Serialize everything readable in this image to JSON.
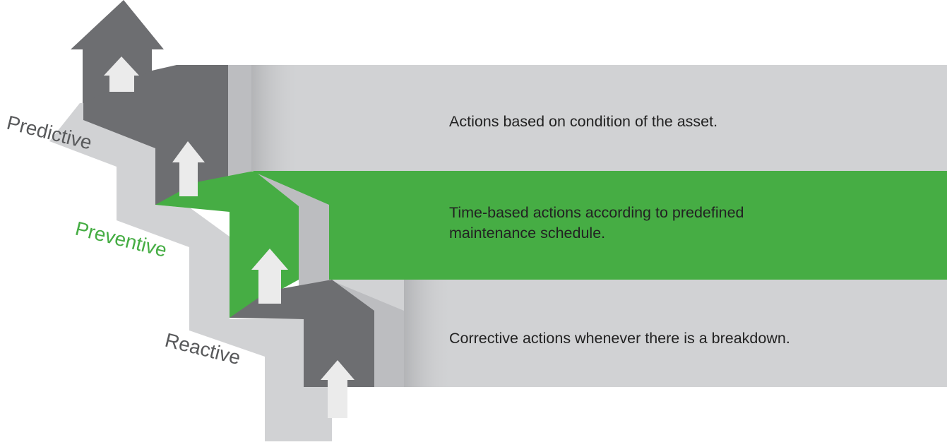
{
  "colors": {
    "band_gray": "#d1d2d4",
    "band_green": "#46ad44",
    "dark_gray": "#6d6e71",
    "arrow_light": "#ebebeb",
    "label_gray": "#58595b",
    "label_green": "#46ad44",
    "text": "#222222"
  },
  "steps": [
    {
      "label": "Predictive",
      "description_lines": [
        "Actions based on condition of  the asset."
      ],
      "highlight": false
    },
    {
      "label": "Preventive",
      "description_lines": [
        "Time-based actions according to predefined",
        "maintenance schedule."
      ],
      "highlight": true
    },
    {
      "label": "Reactive",
      "description_lines": [
        "Corrective actions whenever there is a breakdown."
      ],
      "highlight": false
    }
  ]
}
